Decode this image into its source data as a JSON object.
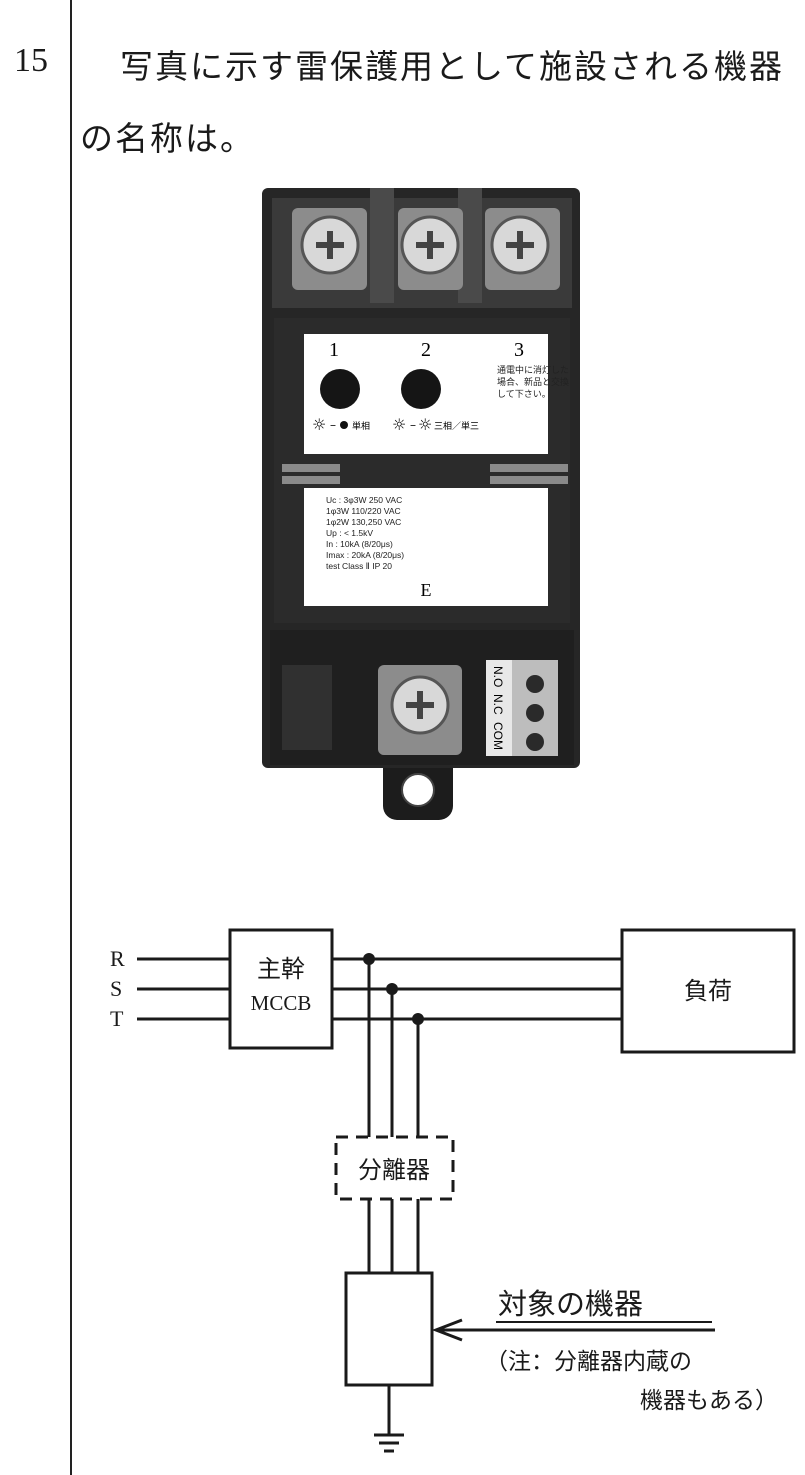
{
  "question": {
    "number": "15",
    "line1": "写真に示す雷保護用として施設される機器",
    "line2": "の名称は。"
  },
  "device_photo": {
    "channels": [
      "1",
      "2",
      "3"
    ],
    "warning": [
      "通電中に消灯した",
      "場合、新品と交換",
      "して下さい。"
    ],
    "legend_single": "単相",
    "legend_three": "三相／単三",
    "spec_lines": [
      "Uc    :   3φ3W  250 VAC",
      "           1φ3W  110/220 VAC",
      "           1φ2W  130,250 VAC",
      "Up    :   < 1.5kV",
      "In     :    10kA (8/20μs)",
      "Imax :    20kA (8/20μs)",
      "test   Class Ⅱ   IP 20"
    ],
    "earth_label": "E",
    "aux_terminals": [
      "N.O",
      "N.C",
      "COM"
    ]
  },
  "diagram": {
    "phases": [
      "R",
      "S",
      "T"
    ],
    "breaker": [
      "主幹",
      "MCCB"
    ],
    "load": "負荷",
    "separator": "分離器",
    "target_label": "対象の機器",
    "note_line1": "（注：分離器内蔵の",
    "note_line2": "機器もある）"
  }
}
